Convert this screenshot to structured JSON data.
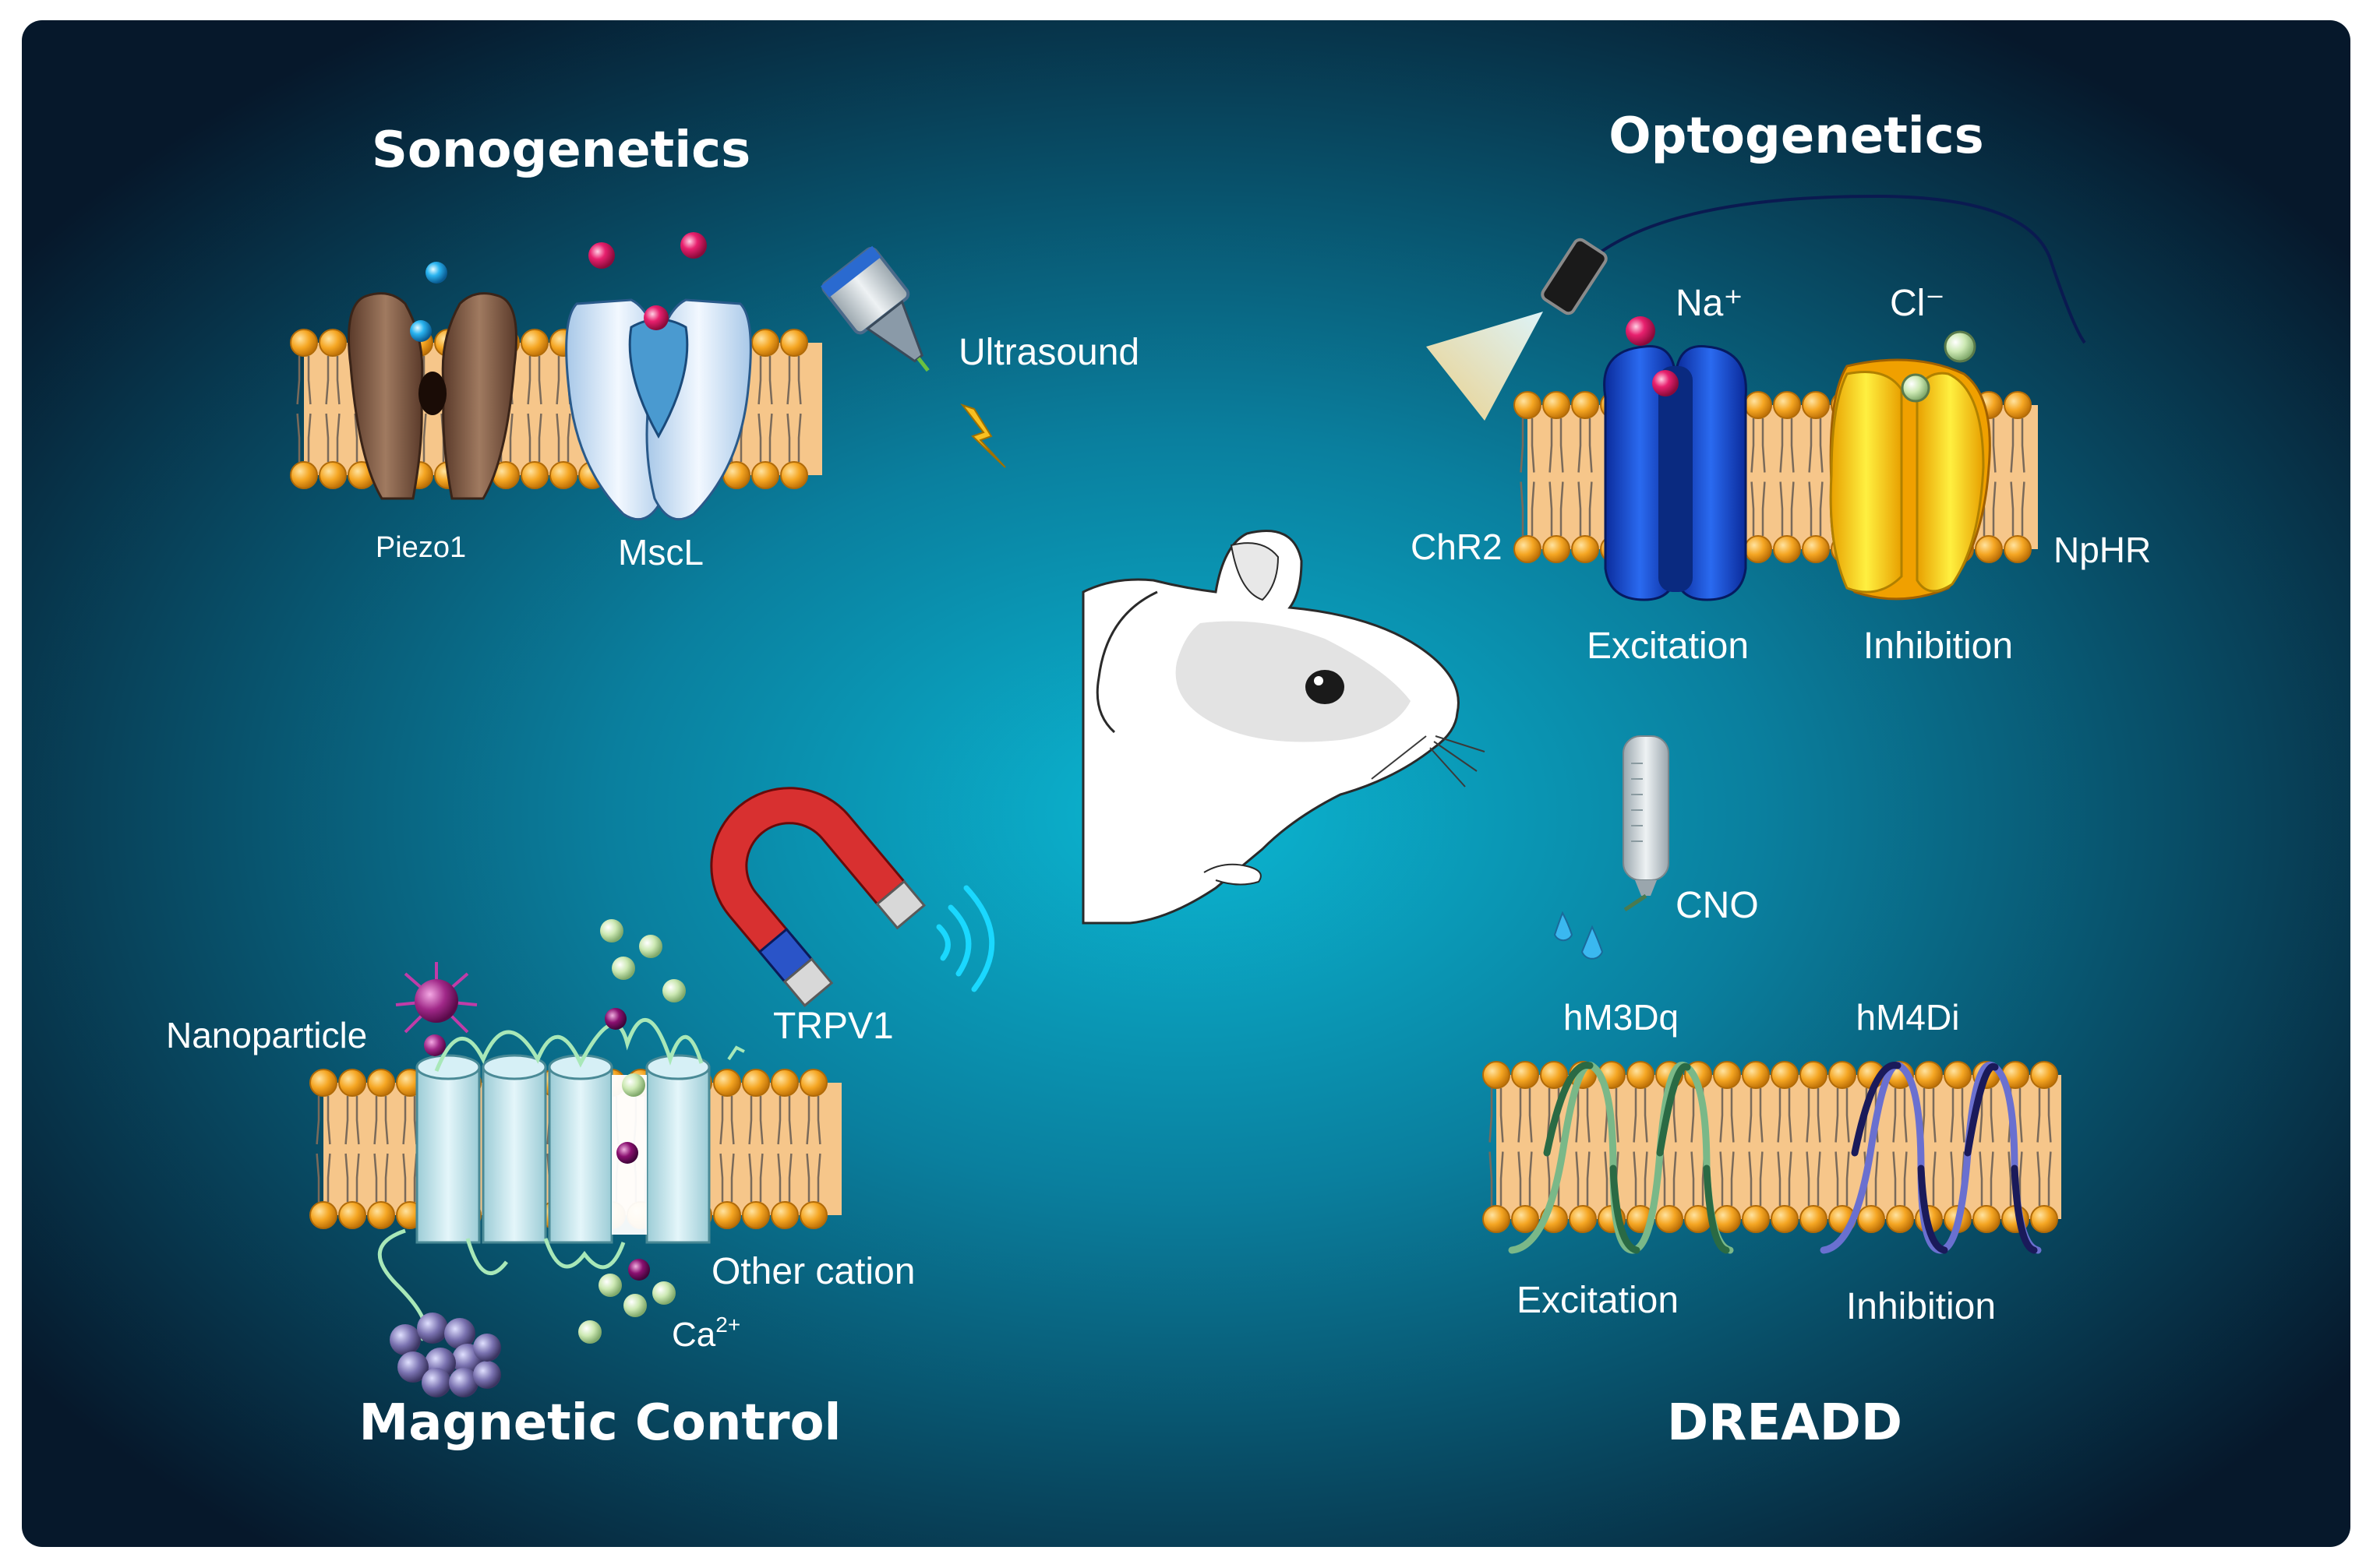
{
  "sections": {
    "sonogenetics": {
      "title": "Sonogenetics",
      "piezo_label": "Piezo1",
      "mscl_label": "MscL",
      "stimulus_label": "Ultrasound"
    },
    "optogenetics": {
      "title": "Optogenetics",
      "na_label": "Na⁺",
      "cl_label": "Cl⁻",
      "chr2_label": "ChR2",
      "nphr_label": "NpHR",
      "excitation_label": "Excitation",
      "inhibition_label": "Inhibition"
    },
    "magnetic": {
      "title": "Magnetic Control",
      "nanoparticle_label": "Nanoparticle",
      "trpv1_label": "TRPV1",
      "other_cation_label": "Other cation",
      "ca_label": "Ca",
      "ca_charge": "2+"
    },
    "dreadd": {
      "title": "DREADD",
      "cno_label": "CNO",
      "hm3dq_label": "hM3Dq",
      "hm4di_label": "hM4Di",
      "excitation_label": "Excitation",
      "inhibition_label": "Inhibition"
    }
  },
  "icons": [
    "ultrasound-probe-icon",
    "lightning-icon",
    "optical-fiber-icon",
    "light-beam-icon",
    "magnet-icon",
    "wireless-waves-icon",
    "syringe-icon",
    "water-drops-icon",
    "mouse-icon",
    "nanoparticle-icon",
    "nanoparticle-cluster-icon"
  ],
  "colors": {
    "background_center": "#0aa6c4",
    "background_edge": "#061a30",
    "membrane": "#f6c68a",
    "lipid_head": "#f5a623",
    "chr2": "#1240c8",
    "nphr": "#f0d000",
    "hm3dq": "#3a9a60",
    "hm4di": "#2a2f7a",
    "na_ion": "#e0206a",
    "cl_ion": "#b8e0a0"
  }
}
